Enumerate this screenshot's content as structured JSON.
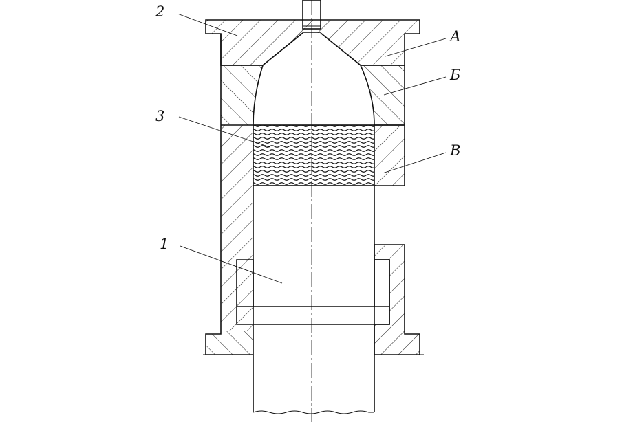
{
  "figure": {
    "labels": {
      "part_2": "2",
      "zone_a": "А",
      "zone_b": "Б",
      "part_3": "3",
      "zone_v": "В",
      "part_1": "1"
    }
  }
}
